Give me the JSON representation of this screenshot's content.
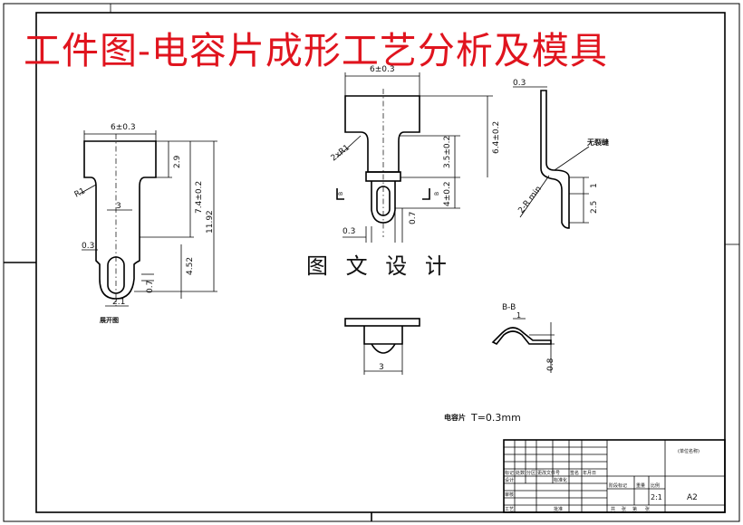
{
  "banner_title": "工件图-电容片成形工艺分析及模具",
  "center_caption": "图 文 设 计",
  "note": {
    "label": "电容片",
    "thickness": "T=0.3mm"
  },
  "view_left": {
    "dims": {
      "top_width": "6±0.3",
      "radius": "R1",
      "neck": "3",
      "h1": "2.9",
      "h2": "7.4±0.2",
      "total": "11.92",
      "slot_gap": "0.3",
      "lower": "4.52",
      "bottom": "0.7",
      "tip": "2.1"
    },
    "caption": "展开图"
  },
  "view_mid": {
    "dims": {
      "top_width": "6±0.3",
      "radius": "2xR1",
      "h_total": "6.4±0.2",
      "h_mid": "3.5±0.2",
      "h_low": "4±0.2",
      "slot": "0.3",
      "bot": "0.7"
    },
    "section_marks": [
      "B",
      "B"
    ]
  },
  "view_side": {
    "dims": {
      "top": "0.3",
      "bend": "2-R min",
      "h1": "1",
      "h2": "2.5"
    },
    "note": "无裂缝"
  },
  "view_bottom": {
    "dims": {
      "width": "3"
    }
  },
  "section": {
    "title": "B-B",
    "dims": {
      "top": "1",
      "height": "0.8"
    }
  },
  "title_block": {
    "drawing_no": "(单位名称)",
    "sheet": "A2",
    "scale": "2:1",
    "labels": [
      "标记",
      "处数",
      "分区",
      "更改文件号",
      "签名",
      "年月日",
      "设计",
      "标准化",
      "阶段标记",
      "重量",
      "比例",
      "审核",
      "工艺",
      "批准",
      "共",
      "张",
      "第",
      "张"
    ]
  }
}
